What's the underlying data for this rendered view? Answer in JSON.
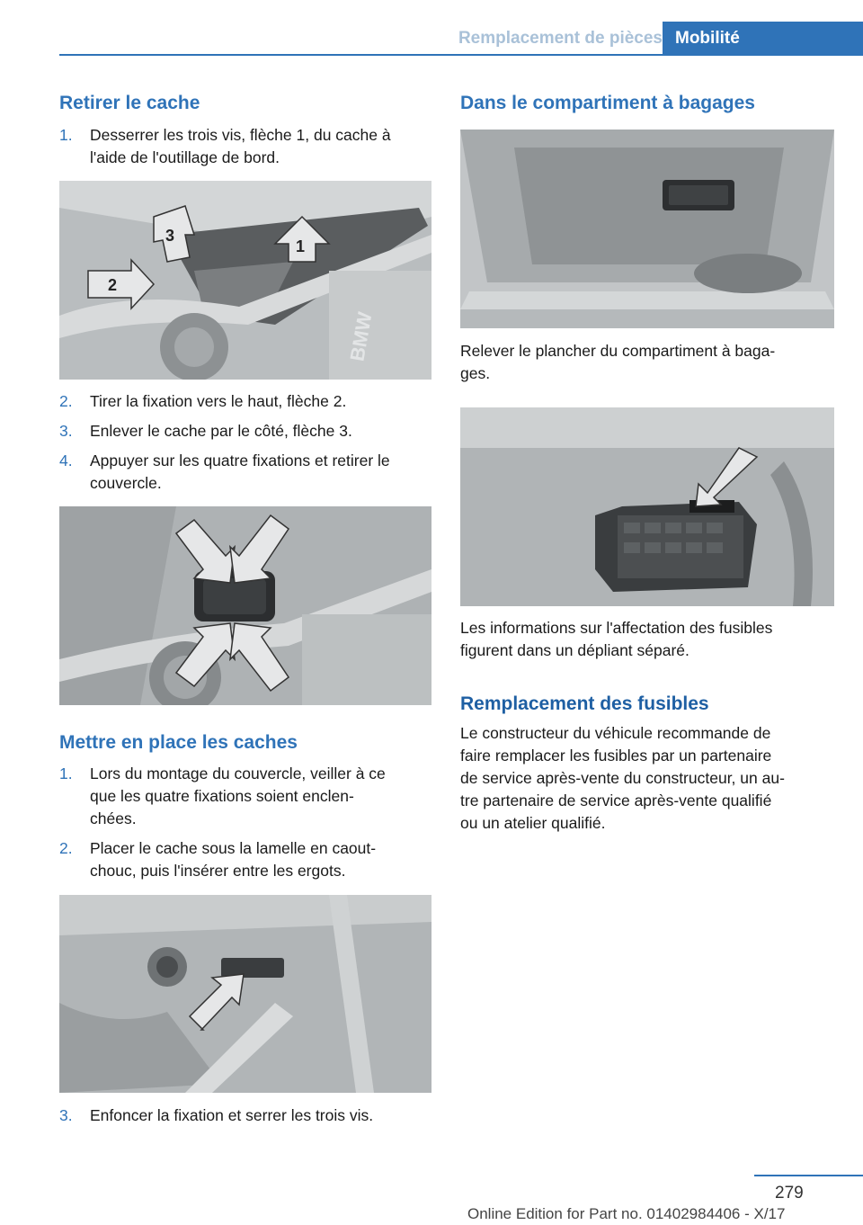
{
  "header": {
    "section": "Remplacement de pièces",
    "chapter": "Mobilité"
  },
  "left": {
    "heading1": "Retirer le cache",
    "steps1a": [
      {
        "num": "1.",
        "lines": [
          "Desserrer les trois vis, flèche 1, du cache à",
          "l'aide de l'outillage de bord."
        ]
      }
    ],
    "image1_labels": [
      "1",
      "2",
      "3"
    ],
    "steps1b": [
      {
        "num": "2.",
        "lines": [
          "Tirer la fixation vers le haut, flèche 2."
        ]
      },
      {
        "num": "3.",
        "lines": [
          "Enlever le cache par le côté, flèche 3."
        ]
      },
      {
        "num": "4.",
        "lines": [
          "Appuyer sur les quatre fixations et retirer le",
          "couvercle."
        ]
      }
    ],
    "heading2": "Mettre en place les caches",
    "steps2": [
      {
        "num": "1.",
        "lines": [
          "Lors du montage du couvercle, veiller à ce",
          "que les quatre fixations soient enclen-",
          "chées."
        ]
      },
      {
        "num": "2.",
        "lines": [
          "Placer le cache sous la lamelle en caout-",
          "chouc, puis l'insérer entre les ergots."
        ]
      }
    ],
    "steps3": [
      {
        "num": "3.",
        "lines": [
          "Enfoncer la fixation et serrer les trois vis."
        ]
      }
    ]
  },
  "right": {
    "heading1": "Dans le compartiment à bagages",
    "para1": [
      "Relever le plancher du compartiment à baga-",
      "ges."
    ],
    "para2": [
      "Les informations sur l'affectation des fusibles",
      "figurent dans un dépliant séparé."
    ],
    "heading2": "Remplacement des fusibles",
    "para3": [
      "Le constructeur du véhicule recommande de",
      "faire remplacer les fusibles par un partenaire",
      "de service après-vente du constructeur, un au-",
      "tre partenaire de service après-vente qualifié",
      "ou un atelier qualifié."
    ]
  },
  "footer": {
    "page": "279",
    "edition": "Online Edition for Part no. 01402984406 - X/17"
  }
}
